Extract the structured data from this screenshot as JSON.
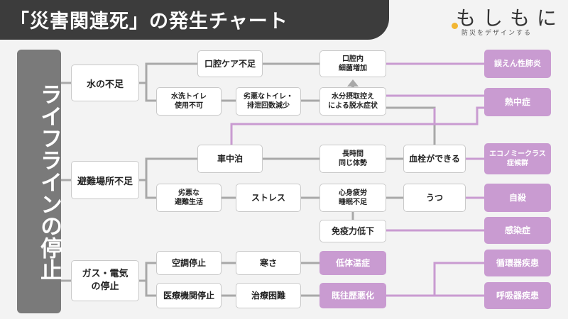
{
  "title": "「災害関連死」の発生チャート",
  "logo": {
    "main": "もしもに",
    "sub": "防災をデザインする"
  },
  "lifeline_label": "ライフラインの停止",
  "colors": {
    "header": "#3c3c3c",
    "lifeline": "#7a7a7a",
    "outcome": "#c99bd1",
    "connector_gray": "#a8a8a8",
    "connector_purple": "#c99bd1"
  },
  "categories": {
    "water": "水の不足",
    "shelter": "避難場所不足",
    "power": "ガス・電気\nの停止"
  },
  "nodes": {
    "oral_care": "口腔ケア不足",
    "oral_bacteria": "口腔内\n細菌増加",
    "flush_toilet": "水洗トイレ\n使用不可",
    "bad_toilet": "劣悪なトイレ・\n排泄回数減少",
    "dehydration": "水分摂取控え\nによる脱水症状",
    "car_stay": "車中泊",
    "same_posture": "長時間\n同じ体勢",
    "blood_clot": "血栓ができる",
    "poor_living": "劣悪な\n避難生活",
    "stress": "ストレス",
    "fatigue": "心身疲労\n睡眠不足",
    "depression": "うつ",
    "immunity": "免疫力低下",
    "ac_stop": "空調停止",
    "cold": "寒さ",
    "hypothermia": "低体温症",
    "medical_stop": "医療機関停止",
    "treatment": "治療困難",
    "chronic": "既往歴悪化"
  },
  "outcomes": {
    "pneumonia": "誤えん性肺炎",
    "heatstroke": "熱中症",
    "economy": "エコノミークラス\n症候群",
    "suicide": "自殺",
    "infection": "感染症",
    "circulatory": "循環器疾患",
    "respiratory": "呼吸器疾患"
  }
}
